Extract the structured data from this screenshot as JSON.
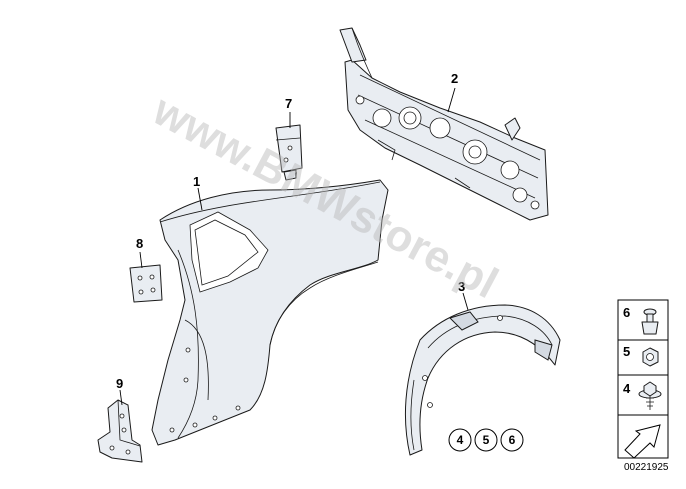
{
  "diagram": {
    "watermark": "www.BMWstore.pl",
    "diagram_id": "00221925",
    "callouts": {
      "side_panel": "1",
      "rear_panel": "2",
      "wheel_arch_cover": "3",
      "bracket_7": "7",
      "plate_8": "8",
      "bracket_9": "9"
    },
    "circled_refs": [
      "4",
      "5",
      "6"
    ],
    "legend": {
      "fastener_6": "6",
      "nut_5": "5",
      "nut_4": "4"
    },
    "icons": {
      "arrow": "direction-arrow-icon",
      "clip": "expanding-rivet-icon",
      "nut": "hex-nut-icon",
      "collar_nut": "collar-nut-icon"
    }
  }
}
